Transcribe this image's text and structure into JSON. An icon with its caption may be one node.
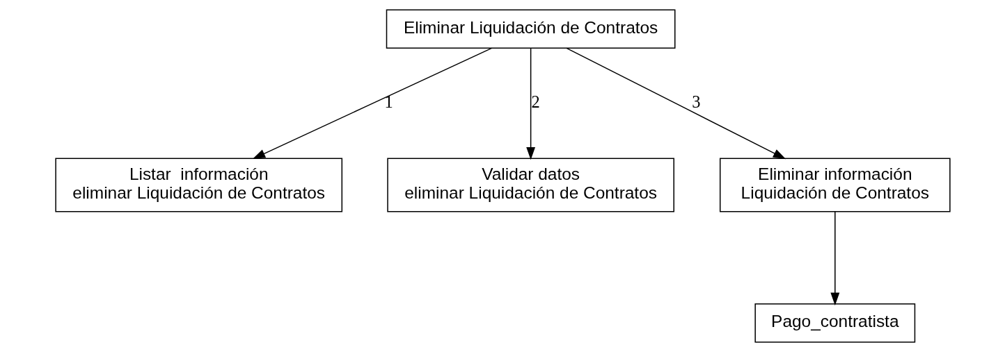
{
  "diagram": {
    "nodes": [
      {
        "text": [
          "Eliminar Liquidación de Contratos"
        ]
      },
      {
        "text": [
          "Listar  información eliminar Liquidación de Contratos"
        ]
      },
      {
        "text": [
          "Validar datos  eliminar Liquidación de Contratos"
        ]
      },
      {
        "text": [
          "Eliminar información Liquidación de Contratos"
        ]
      },
      {
        "text": [
          "Pago_contratista"
        ]
      }
    ],
    "edges": [
      {
        "from": 0,
        "to": 1,
        "arrow": "to",
        "label": "1"
      },
      {
        "from": 0,
        "to": 2,
        "arrow": "to",
        "label": "2"
      },
      {
        "from": 0,
        "to": 3,
        "arrow": "to",
        "label": "3"
      },
      {
        "from": 3,
        "to": 4,
        "arrow": "to"
      }
    ]
  }
}
